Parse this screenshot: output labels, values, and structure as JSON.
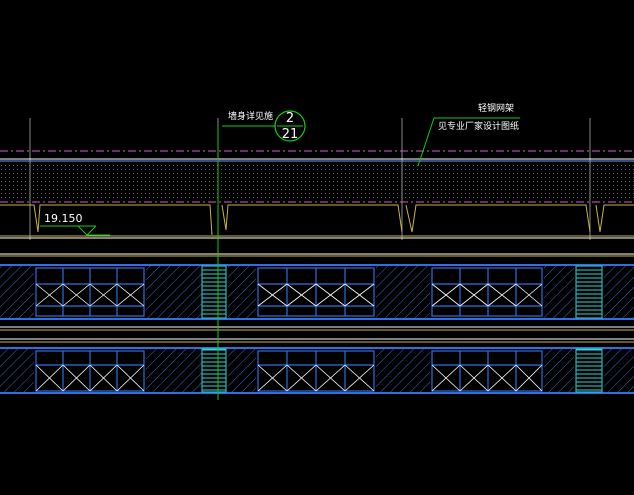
{
  "annotations": {
    "wall_detail_note": "墙身详见施",
    "detail_ref_top": "2",
    "detail_ref_bottom": "21",
    "steel_truss_title": "轻钢网架",
    "steel_truss_note": "见专业厂家设计图纸",
    "elevation_mark": "19.150"
  },
  "colors": {
    "background": "#000000",
    "wall": "#2f6fe0",
    "grid": "#8a8a8a",
    "leader": "#19c819",
    "purple": "#d15cd1",
    "yellow": "#c8b43c",
    "cyan": "#2fd6d6"
  }
}
